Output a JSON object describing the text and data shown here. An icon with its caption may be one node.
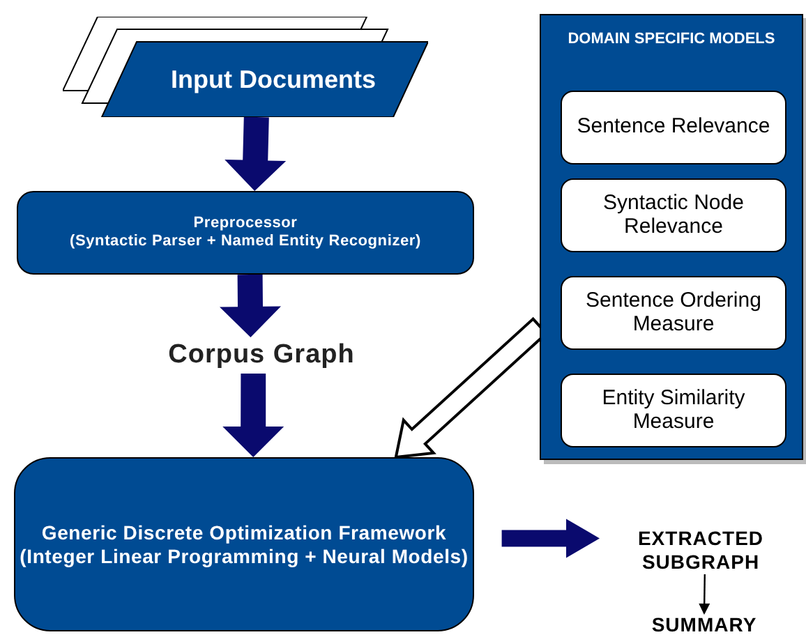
{
  "diagram": {
    "nodes": [
      {
        "text": [
          "Input Documents"
        ]
      },
      {
        "text": [
          "Preprocessor",
          "(Syntactic Parser + Named Entity Recognizer)"
        ]
      },
      {
        "text": [
          "Corpus Graph"
        ]
      },
      {
        "text": [
          "DOMAIN SPECIFIC MODELS"
        ]
      },
      {
        "text": [
          "Sentence Relevance"
        ],
        "in": 3
      },
      {
        "text": [
          "Syntactic Node Relevance"
        ],
        "in": 3
      },
      {
        "text": [
          "Sentence Ordering Measure"
        ],
        "in": 3
      },
      {
        "text": [
          "Entity Similarity Measure"
        ],
        "in": 3
      },
      {
        "text": [
          "Generic Discrete Optimization Framework",
          "(Integer Linear Programming + Neural Models)"
        ]
      },
      {
        "text": [
          "EXTRACTED SUBGRAPH"
        ]
      },
      {
        "text": [
          "SUMMARY"
        ]
      }
    ],
    "edges": [
      {
        "from": 0,
        "to": 1,
        "arrow": "to",
        "style": "thick"
      },
      {
        "from": 1,
        "to": 2,
        "arrow": "to",
        "style": "thick"
      },
      {
        "from": 2,
        "to": 8,
        "arrow": "to",
        "style": "thick"
      },
      {
        "from": 3,
        "to": 8,
        "arrow": "to",
        "style": "thick",
        "color": "#000000"
      },
      {
        "from": 8,
        "to": 9,
        "arrow": "to",
        "style": "thick"
      },
      {
        "from": 9,
        "to": 10,
        "arrow": "to",
        "color": "#000000"
      }
    ]
  }
}
